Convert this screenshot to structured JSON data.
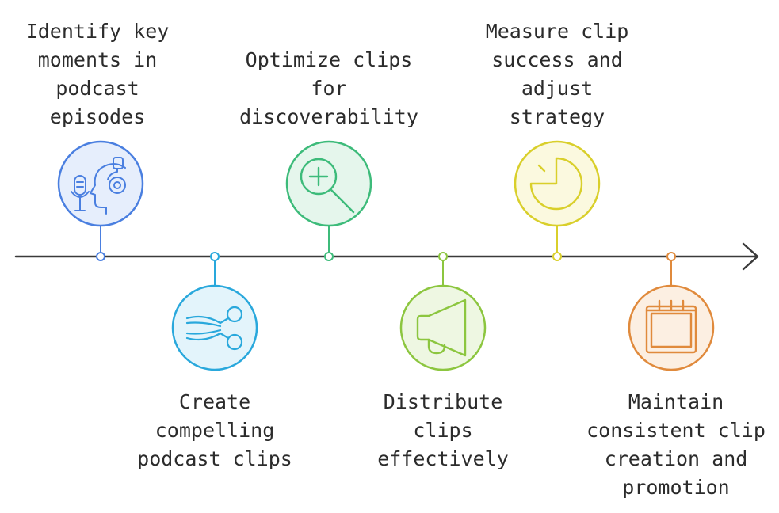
{
  "steps": [
    {
      "text": "Identify key\nmoments in\npodcast\nepisodes",
      "icon": "podcast-head-icon",
      "color": "#4a7fe0",
      "fill": "#e6eefc"
    },
    {
      "text": "Create\ncompelling\npodcast clips",
      "icon": "scissors-icon",
      "color": "#29a8dc",
      "fill": "#e3f4fb"
    },
    {
      "text": "Optimize clips\nfor\ndiscoverability",
      "icon": "zoom-in-icon",
      "color": "#3dbb7a",
      "fill": "#e5f6ec"
    },
    {
      "text": "Distribute\nclips\neffectively",
      "icon": "megaphone-icon",
      "color": "#8cc63f",
      "fill": "#eef7e2"
    },
    {
      "text": "Measure clip\nsuccess and\nadjust\nstrategy",
      "icon": "pie-chart-icon",
      "color": "#d9cf2b",
      "fill": "#fbf9df"
    },
    {
      "text": "Maintain\nconsistent clip\ncreation and\npromotion",
      "icon": "calendar-icon",
      "color": "#e08a3c",
      "fill": "#fcefe2"
    }
  ],
  "colors": {
    "axis": "#3a3a3a",
    "text": "#2b2b2b"
  }
}
